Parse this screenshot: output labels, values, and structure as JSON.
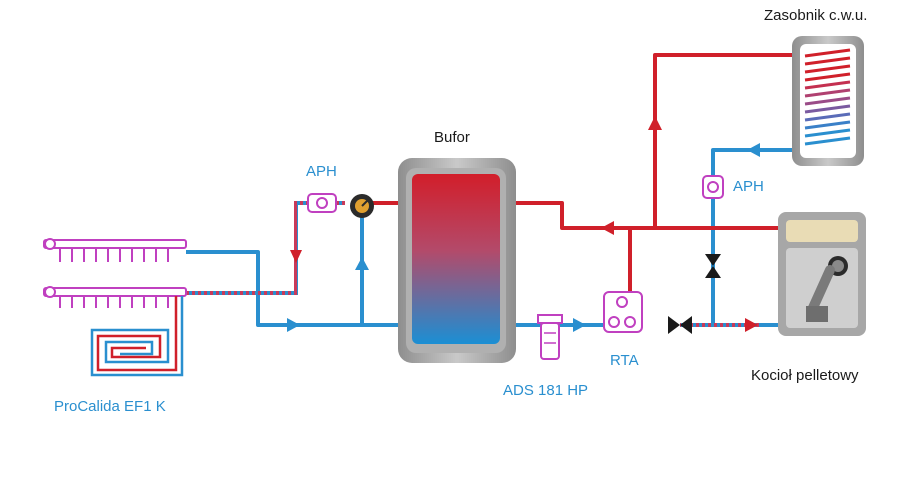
{
  "labels": {
    "dhw_tank": "Zasobnik c.w.u.",
    "buffer": "Bufor",
    "aph_left": "APH",
    "aph_right": "APH",
    "underfloor": "ProCalida EF1 K",
    "separator": "ADS 181 HP",
    "rta": "RTA",
    "boiler": "Kocioł pelletowy"
  },
  "colors": {
    "hot": "#d0202a",
    "cold": "#2a8fcf",
    "manifold": "#c040c0",
    "tank_body": "#9a9a9a",
    "label_dark": "#1a1a1a",
    "label_blue": "#2a8fcf"
  }
}
